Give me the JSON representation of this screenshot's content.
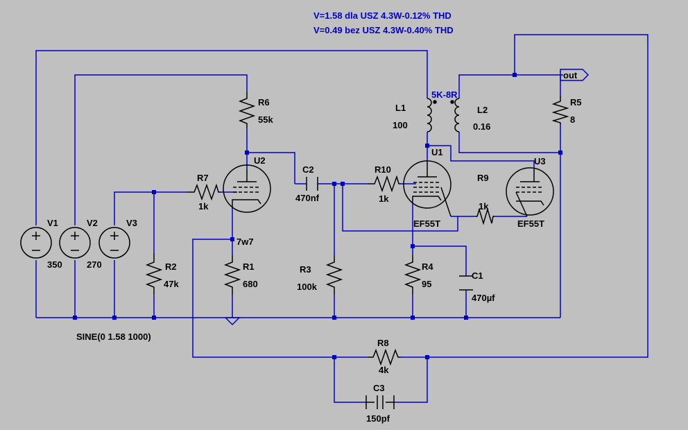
{
  "notes": {
    "line1": "V=1.58 dla USZ  4.3W-0.12% THD",
    "line2": "V=0.49 bez USZ 4.3W-0.40% THD"
  },
  "transformer": {
    "label": "5K-8R"
  },
  "sources": {
    "v1": {
      "name": "V1",
      "value": "350"
    },
    "v2": {
      "name": "V2",
      "value": "270"
    },
    "v3": {
      "name": "V3",
      "value": "",
      "spec": "SINE(0 1.58 1000)"
    }
  },
  "resistors": {
    "r1": {
      "name": "R1",
      "value": "680"
    },
    "r2": {
      "name": "R2",
      "value": "47k"
    },
    "r3": {
      "name": "R3",
      "value": "100k"
    },
    "r4": {
      "name": "R4",
      "value": "95"
    },
    "r5": {
      "name": "R5",
      "value": "8"
    },
    "r6": {
      "name": "R6",
      "value": "55k"
    },
    "r7": {
      "name": "R7",
      "value": "1k"
    },
    "r8": {
      "name": "R8",
      "value": "4k"
    },
    "r9": {
      "name": "R9",
      "value": "1k"
    },
    "r10": {
      "name": "R10",
      "value": "1k"
    }
  },
  "capacitors": {
    "c1": {
      "name": "C1",
      "value": "470µf"
    },
    "c2": {
      "name": "C2",
      "value": "470nf"
    },
    "c3": {
      "name": "C3",
      "value": "150pf"
    }
  },
  "inductors": {
    "l1": {
      "name": "L1",
      "value": "100"
    },
    "l2": {
      "name": "L2",
      "value": "0.16"
    }
  },
  "tubes": {
    "u1": {
      "name": "U1",
      "model": "EF55T"
    },
    "u2": {
      "name": "U2",
      "model": ""
    },
    "u3": {
      "name": "U3",
      "model": "EF55T"
    }
  },
  "nets": {
    "feedback_node": "7w7",
    "output": "out"
  },
  "colors": {
    "wire": "#0000cc",
    "component": "#000000",
    "background": "#c0c0c0",
    "note": "#0000cc"
  }
}
